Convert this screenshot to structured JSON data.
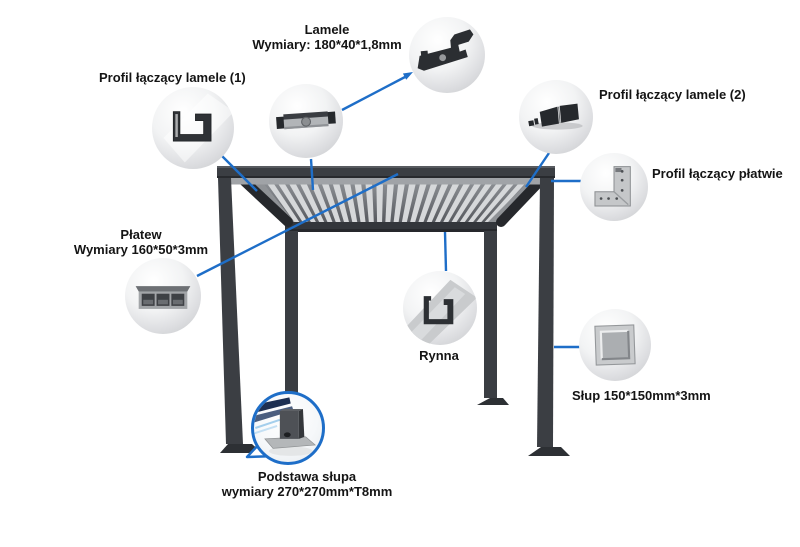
{
  "colors": {
    "accent": "#1e6ec8",
    "text": "#141414",
    "pergola_frame": "#3b3e43",
    "pergola_dark": "#26282c",
    "louver": "#d6d8da"
  },
  "callouts": {
    "lamele": {
      "title": "Lamele",
      "subtitle": "Wymiary: 180*40*1,8mm"
    },
    "profil_lamele_1": {
      "title": "Profil łączący lamele (1)"
    },
    "profil_lamele_2": {
      "title": "Profil łączący lamele (2)"
    },
    "profil_platwie": {
      "title": "Profil łączący płatwie"
    },
    "platew": {
      "title": "Płatew",
      "subtitle": "Wymiary 160*50*3mm"
    },
    "rynna": {
      "title": "Rynna"
    },
    "slup": {
      "title": "Słup 150*150mm*3mm"
    },
    "podstawa": {
      "title": "Podstawa słupa",
      "subtitle": "wymiary 270*270mm*T8mm"
    }
  }
}
